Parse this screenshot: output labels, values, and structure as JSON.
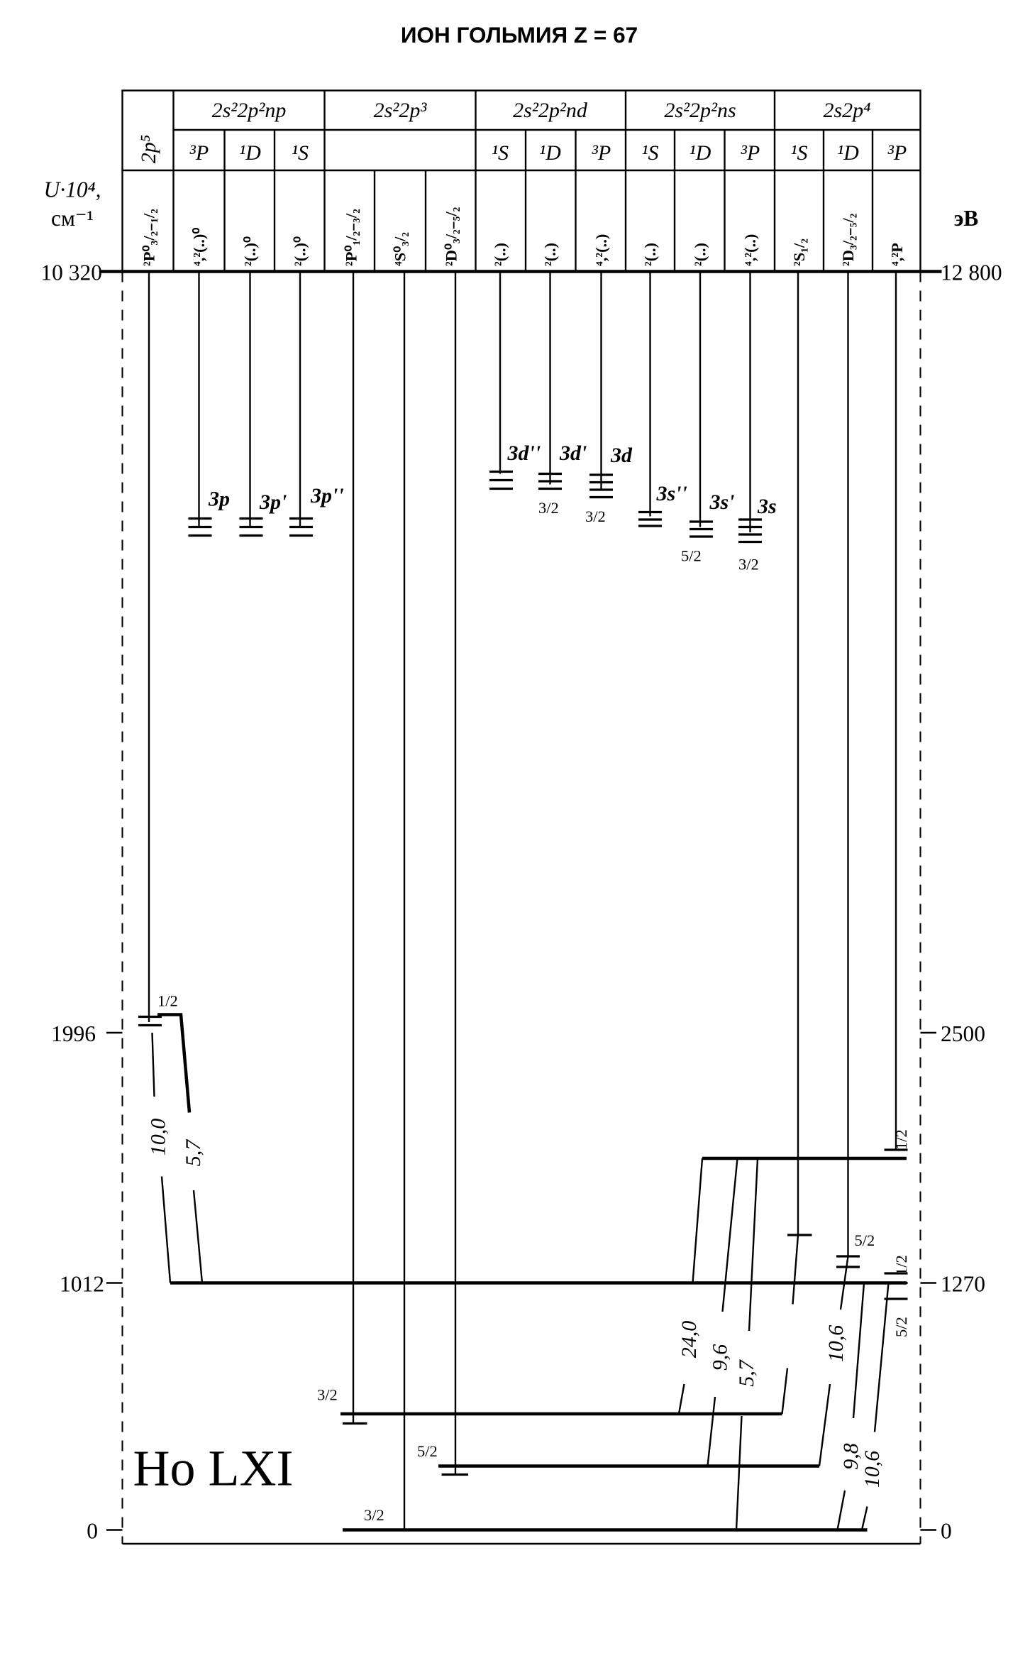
{
  "title": "ИОН ГОЛЬМИЯ  Z = 67",
  "ion_label": "Ho LXI",
  "left_axis": {
    "label_1": "U·10⁴,",
    "label_2": "см⁻¹",
    "ticks": [
      "10 320",
      "1996",
      "1012",
      "0"
    ]
  },
  "right_axis": {
    "label": "эВ",
    "ticks": [
      "12 800",
      "2500",
      "1270",
      "0"
    ]
  },
  "configs": [
    "2p⁵",
    "2s²2p²np",
    "2s²2p³",
    "2s²2p²nd",
    "2s²2p²ns",
    "2s2p⁴"
  ],
  "terms": [
    "³P",
    "¹D",
    "¹S",
    "¹S",
    "¹D",
    "³P",
    "¹S",
    "¹D",
    "³P",
    "¹S",
    "¹D",
    "³P"
  ],
  "levels": [
    "²P⁰₃/₂₋₁/₂",
    "⁴,²(..)⁰",
    "²(..)⁰",
    "²(..)⁰",
    "²P⁰₁/₂₋₃/₂",
    "⁴S⁰₃/₂",
    "²D⁰₃/₂₋₅/₂",
    "²(..)",
    "²(..)",
    "⁴,²(..)",
    "²(..)",
    "²(..)",
    "⁴,²(..)",
    "²S₁/₂",
    "²D₃/₂₋₅/₂",
    "⁴,²P"
  ],
  "series_labels": [
    "3p",
    "3p'",
    "3p''",
    "3d''",
    "3d'",
    "3d",
    "3s''",
    "3s'",
    "3s"
  ],
  "j_labels": [
    "3/2",
    "3/2",
    "5/2",
    "3/2",
    "1/2",
    "3/2",
    "5/2",
    "3/2",
    "1/2",
    "5/2",
    "1/2",
    "5/2"
  ],
  "transitions": [
    "10,0",
    "5,7",
    "24,0",
    "9,6",
    "5,7",
    "10,6",
    "9,8",
    "10,6"
  ]
}
